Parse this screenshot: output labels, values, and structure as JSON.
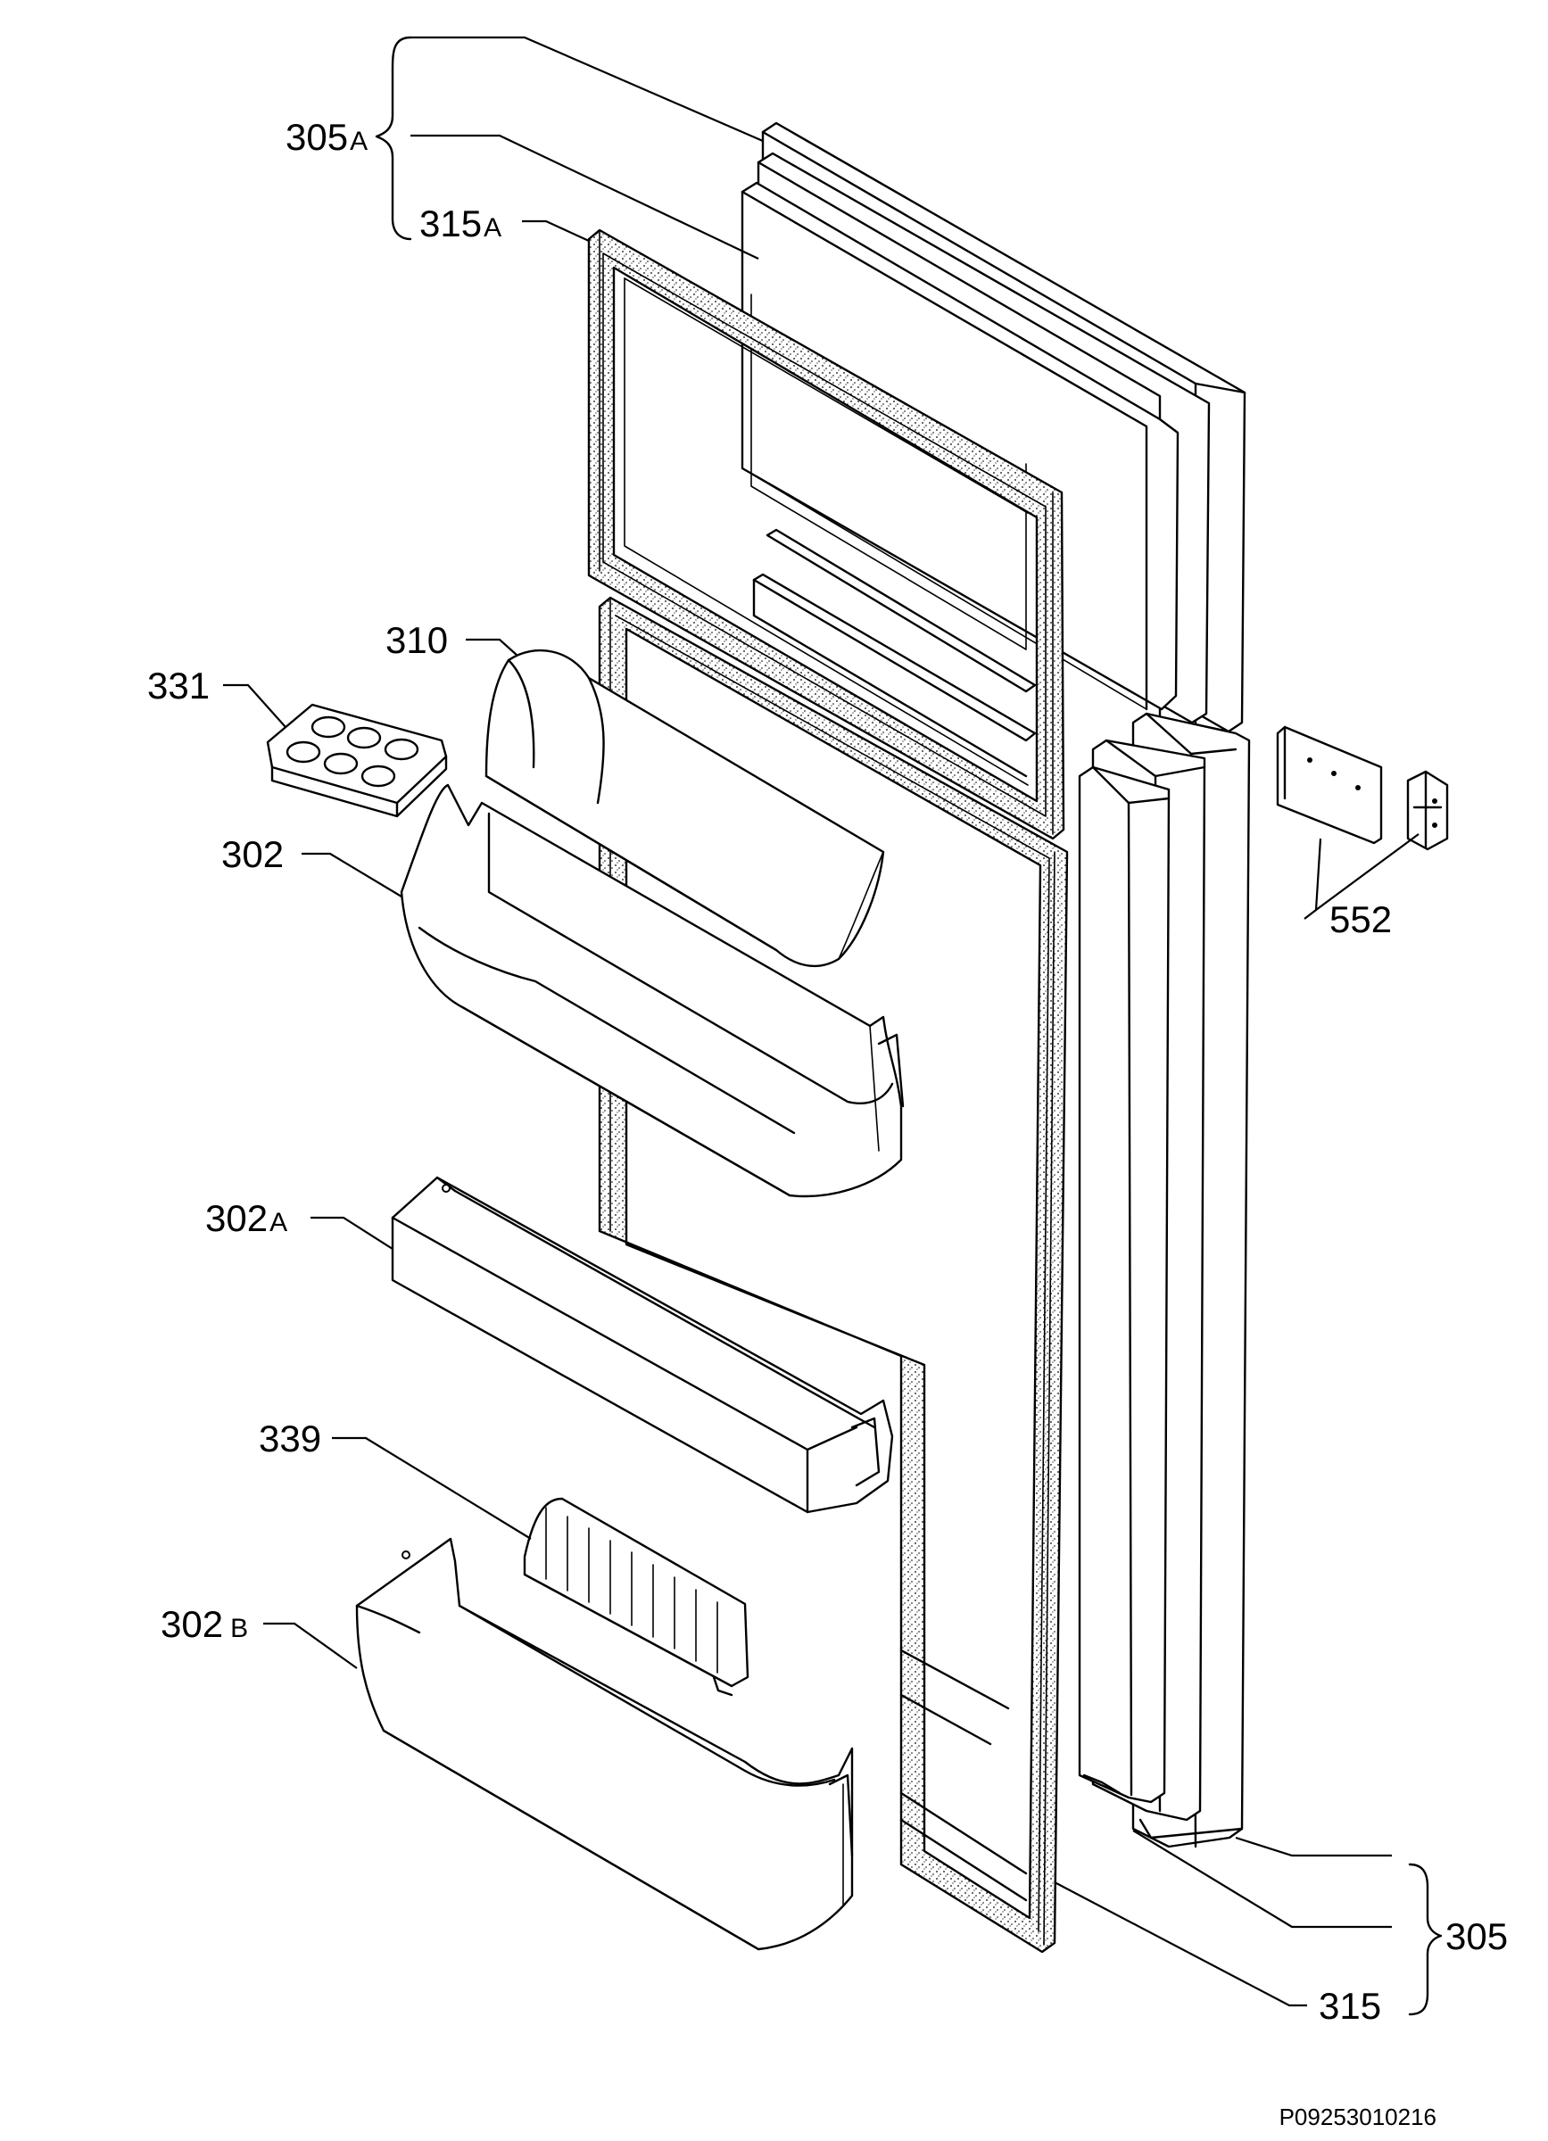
{
  "labels": {
    "l305A": "305",
    "l305A_suffix": "A",
    "l315A": "315",
    "l315A_suffix": "A",
    "l310": "310",
    "l331": "331",
    "l302": "302",
    "l302A": "302",
    "l302A_suffix": "A",
    "l339": "339",
    "l302B": "302",
    "l302B_suffix": "B",
    "l552": "552",
    "l305": "305",
    "l315": "315"
  },
  "drawing_code": "P09253010216",
  "colors": {
    "line": "#000000",
    "background": "#ffffff"
  }
}
